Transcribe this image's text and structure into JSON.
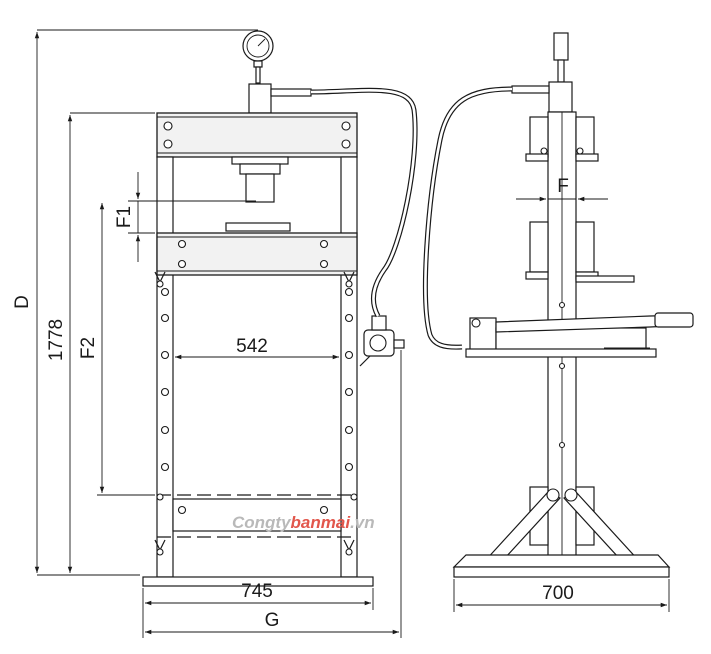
{
  "diagram": {
    "dimension_labels": {
      "height_overall": "1778",
      "d_label": "D",
      "f1_label": "F1",
      "f2_label": "F2",
      "inner_width": "542",
      "base_width_front": "745",
      "g_label": "G",
      "f_label": "F",
      "base_width_side": "700"
    },
    "watermark": {
      "part1": "Congty",
      "part2": "banmai",
      "part3": ".vn",
      "color_gray": "#b9b9b9",
      "color_red": "#e2574c"
    }
  }
}
